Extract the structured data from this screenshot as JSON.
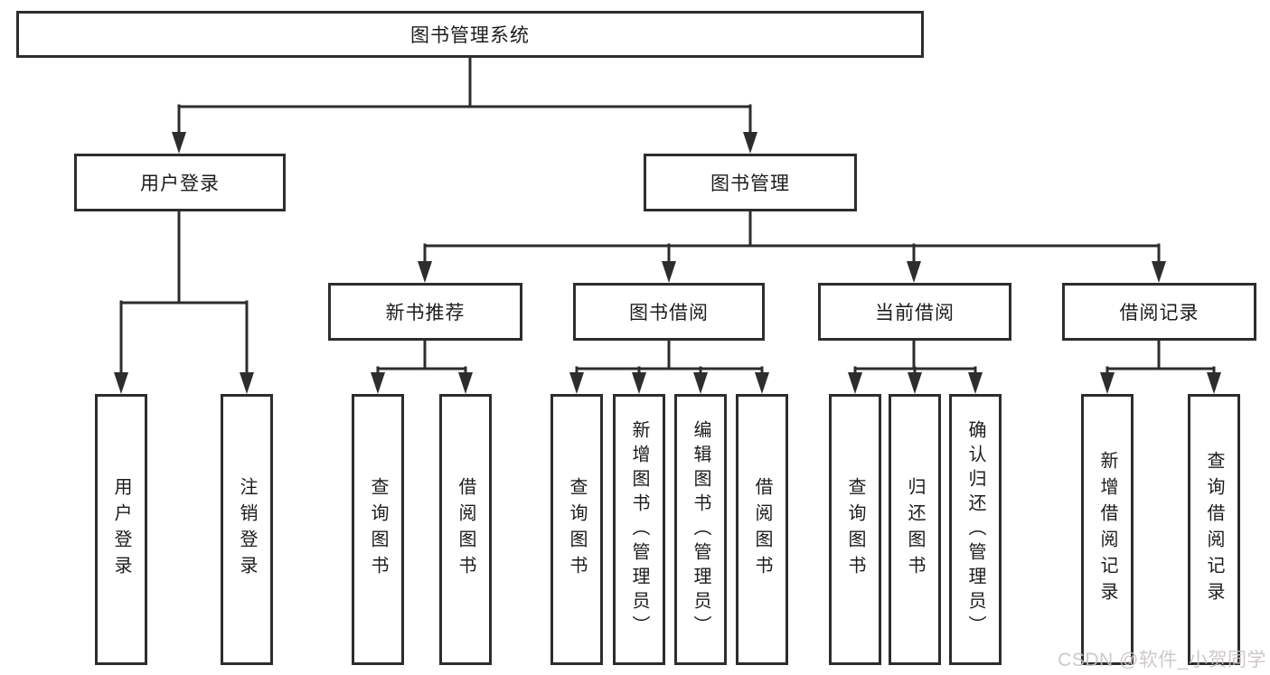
{
  "diagram_type": "functional-structure-tree",
  "colors": {
    "line": "#2d2d2d",
    "border": "#2d2d2d",
    "text": "#1c1c1c",
    "background": "#ffffff",
    "watermark": "#c9c2c6"
  },
  "tree": {
    "label": "图书管理系统",
    "children": [
      {
        "label": "用户登录",
        "children": [
          {
            "label": "用户登录"
          },
          {
            "label": "注销登录"
          }
        ]
      },
      {
        "label": "图书管理",
        "children": [
          {
            "label": "新书推荐",
            "children": [
              {
                "label": "查询图书"
              },
              {
                "label": "借阅图书"
              }
            ]
          },
          {
            "label": "图书借阅",
            "children": [
              {
                "label": "查询图书"
              },
              {
                "label": "新增图书（管理员）"
              },
              {
                "label": "编辑图书（管理员）"
              },
              {
                "label": "借阅图书"
              }
            ]
          },
          {
            "label": "当前借阅",
            "children": [
              {
                "label": "查询图书"
              },
              {
                "label": "归还图书"
              },
              {
                "label": "确认归还（管理员）"
              }
            ]
          },
          {
            "label": "借阅记录",
            "children": [
              {
                "label": "新增借阅记录"
              },
              {
                "label": "查询借阅记录"
              }
            ]
          }
        ]
      }
    ]
  },
  "watermark": {
    "text": "CSDN @软件_小贺同学"
  }
}
